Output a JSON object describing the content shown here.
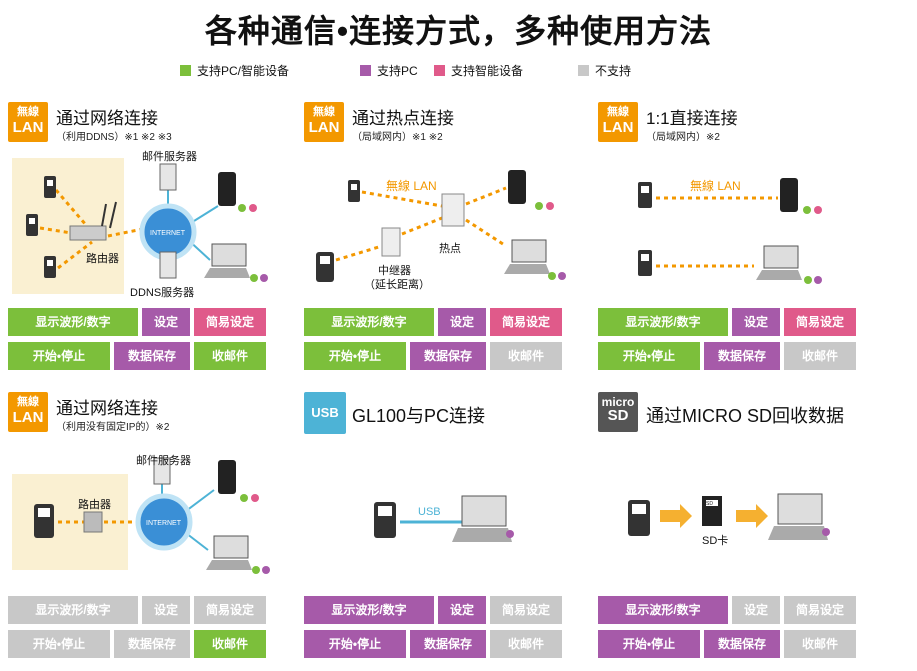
{
  "title": "各种通信•连接方式，多种使用方法",
  "colors": {
    "green": "#7cbf3b",
    "purple": "#a65aa9",
    "pink": "#e05a8a",
    "gray": "#c8c8c8",
    "orange": "#f39800",
    "blue": "#4db3d6"
  },
  "legend": [
    {
      "label": "支持PC/智能设备",
      "color": "green"
    },
    {
      "label": "支持PC",
      "color": "purple"
    },
    {
      "label": "支持智能设备",
      "color": "pink"
    },
    {
      "label": "不支持",
      "color": "gray"
    }
  ],
  "panels": [
    {
      "badge": "wlan",
      "badge_line1": "無線",
      "badge_line2": "LAN",
      "title": "通过网络连接",
      "subtitle": "（利用DDNS）※1 ※2 ※3",
      "labels": {
        "mail": "邮件服务器",
        "router": "路由器",
        "ddns": "DDNS服务器",
        "internet": "INTERNET"
      },
      "functions": [
        {
          "label": "显示波形/数字",
          "color": "green"
        },
        {
          "label": "设定",
          "color": "purple"
        },
        {
          "label": "简易设定",
          "color": "pink"
        },
        {
          "label": "开始•停止",
          "color": "green"
        },
        {
          "label": "数据保存",
          "color": "purple"
        },
        {
          "label": "收邮件",
          "color": "green"
        }
      ]
    },
    {
      "badge": "wlan",
      "badge_line1": "無線",
      "badge_line2": "LAN",
      "title": "通过热点连接",
      "subtitle": "（局域网内）※1 ※2",
      "labels": {
        "wlan": "無線 LAN",
        "hotspot": "热点",
        "repeater1": "中继器",
        "repeater2": "（延长距离）"
      },
      "functions": [
        {
          "label": "显示波形/数字",
          "color": "green"
        },
        {
          "label": "设定",
          "color": "purple"
        },
        {
          "label": "简易设定",
          "color": "pink"
        },
        {
          "label": "开始•停止",
          "color": "green"
        },
        {
          "label": "数据保存",
          "color": "purple"
        },
        {
          "label": "收邮件",
          "color": "gray"
        }
      ]
    },
    {
      "badge": "wlan",
      "badge_line1": "無線",
      "badge_line2": "LAN",
      "title": "1:1直接连接",
      "subtitle": "（局域网内）※2",
      "labels": {
        "wlan": "無線 LAN"
      },
      "functions": [
        {
          "label": "显示波形/数字",
          "color": "green"
        },
        {
          "label": "设定",
          "color": "purple"
        },
        {
          "label": "简易设定",
          "color": "pink"
        },
        {
          "label": "开始•停止",
          "color": "green"
        },
        {
          "label": "数据保存",
          "color": "purple"
        },
        {
          "label": "收邮件",
          "color": "gray"
        }
      ]
    },
    {
      "badge": "wlan",
      "badge_line1": "無線",
      "badge_line2": "LAN",
      "title": "通过网络连接",
      "subtitle": "（利用没有固定IP的）※2",
      "labels": {
        "mail": "邮件服务器",
        "router": "路由器",
        "internet": "INTERNET"
      },
      "functions": [
        {
          "label": "显示波形/数字",
          "color": "gray"
        },
        {
          "label": "设定",
          "color": "gray"
        },
        {
          "label": "简易设定",
          "color": "gray"
        },
        {
          "label": "开始•停止",
          "color": "gray"
        },
        {
          "label": "数据保存",
          "color": "gray"
        },
        {
          "label": "收邮件",
          "color": "green"
        }
      ]
    },
    {
      "badge": "usb",
      "badge_text": "USB",
      "title": "GL100与PC连接",
      "labels": {
        "usb": "USB"
      },
      "functions": [
        {
          "label": "显示波形/数字",
          "color": "purple"
        },
        {
          "label": "设定",
          "color": "purple"
        },
        {
          "label": "简易设定",
          "color": "gray"
        },
        {
          "label": "开始•停止",
          "color": "purple"
        },
        {
          "label": "数据保存",
          "color": "purple"
        },
        {
          "label": "收邮件",
          "color": "gray"
        }
      ]
    },
    {
      "badge": "msd",
      "badge_line1": "micro",
      "badge_line2": "SD",
      "title": "通过MICRO SD回收数据",
      "labels": {
        "sd": "SD卡",
        "sdchip": "SD"
      },
      "functions": [
        {
          "label": "显示波形/数字",
          "color": "purple"
        },
        {
          "label": "设定",
          "color": "gray"
        },
        {
          "label": "简易设定",
          "color": "gray"
        },
        {
          "label": "开始•停止",
          "color": "purple"
        },
        {
          "label": "数据保存",
          "color": "purple"
        },
        {
          "label": "收邮件",
          "color": "gray"
        }
      ]
    }
  ]
}
